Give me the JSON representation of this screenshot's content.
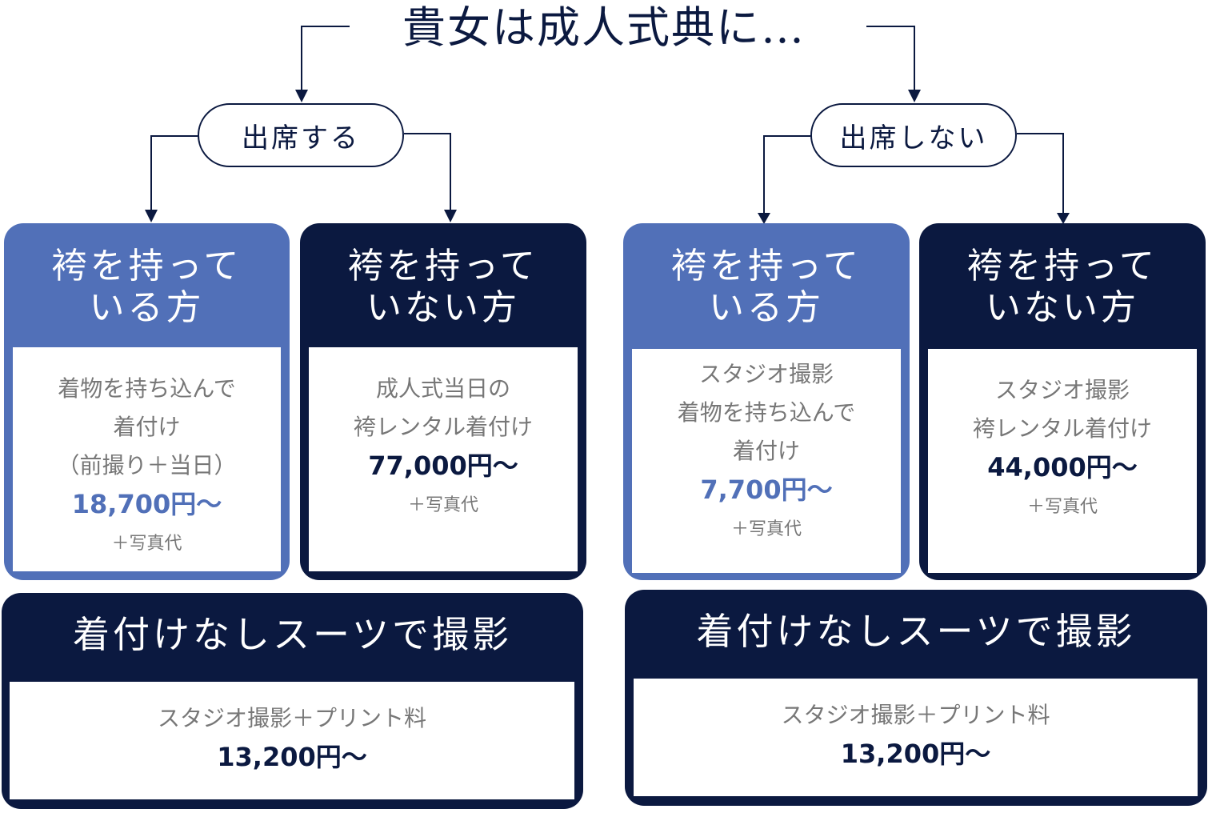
{
  "title": "貴女は成人式典に…",
  "branches": [
    {
      "label": "出席する",
      "cards": [
        {
          "heading_line1": "袴を持って",
          "heading_line2": "いる方",
          "lines": [
            "着物を持ち込んで",
            "着付け",
            "（前撮り＋当日）"
          ],
          "price": "18,700円〜",
          "note": "＋写真代"
        },
        {
          "heading_line1": "袴を持って",
          "heading_line2": "いない方",
          "lines": [
            "成人式当日の",
            "袴レンタル着付け"
          ],
          "price": "77,000円〜",
          "note": "＋写真代"
        }
      ],
      "suit": {
        "heading": "着付けなしスーツで撮影",
        "line": "スタジオ撮影＋プリント料",
        "price": "13,200円〜"
      }
    },
    {
      "label": "出席しない",
      "cards": [
        {
          "heading_line1": "袴を持って",
          "heading_line2": "いる方",
          "lines": [
            "スタジオ撮影",
            "着物を持ち込んで",
            "着付け"
          ],
          "price": "7,700円〜",
          "note": "＋写真代"
        },
        {
          "heading_line1": "袴を持って",
          "heading_line2": "いない方",
          "lines": [
            "スタジオ撮影",
            "袴レンタル着付け"
          ],
          "price": "44,000円〜",
          "note": "＋写真代"
        }
      ],
      "suit": {
        "heading": "着付けなしスーツで撮影",
        "line": "スタジオ撮影＋プリント料",
        "price": "13,200円〜"
      }
    }
  ],
  "colors": {
    "blue": "#5170b8",
    "navy": "#0b1940"
  }
}
